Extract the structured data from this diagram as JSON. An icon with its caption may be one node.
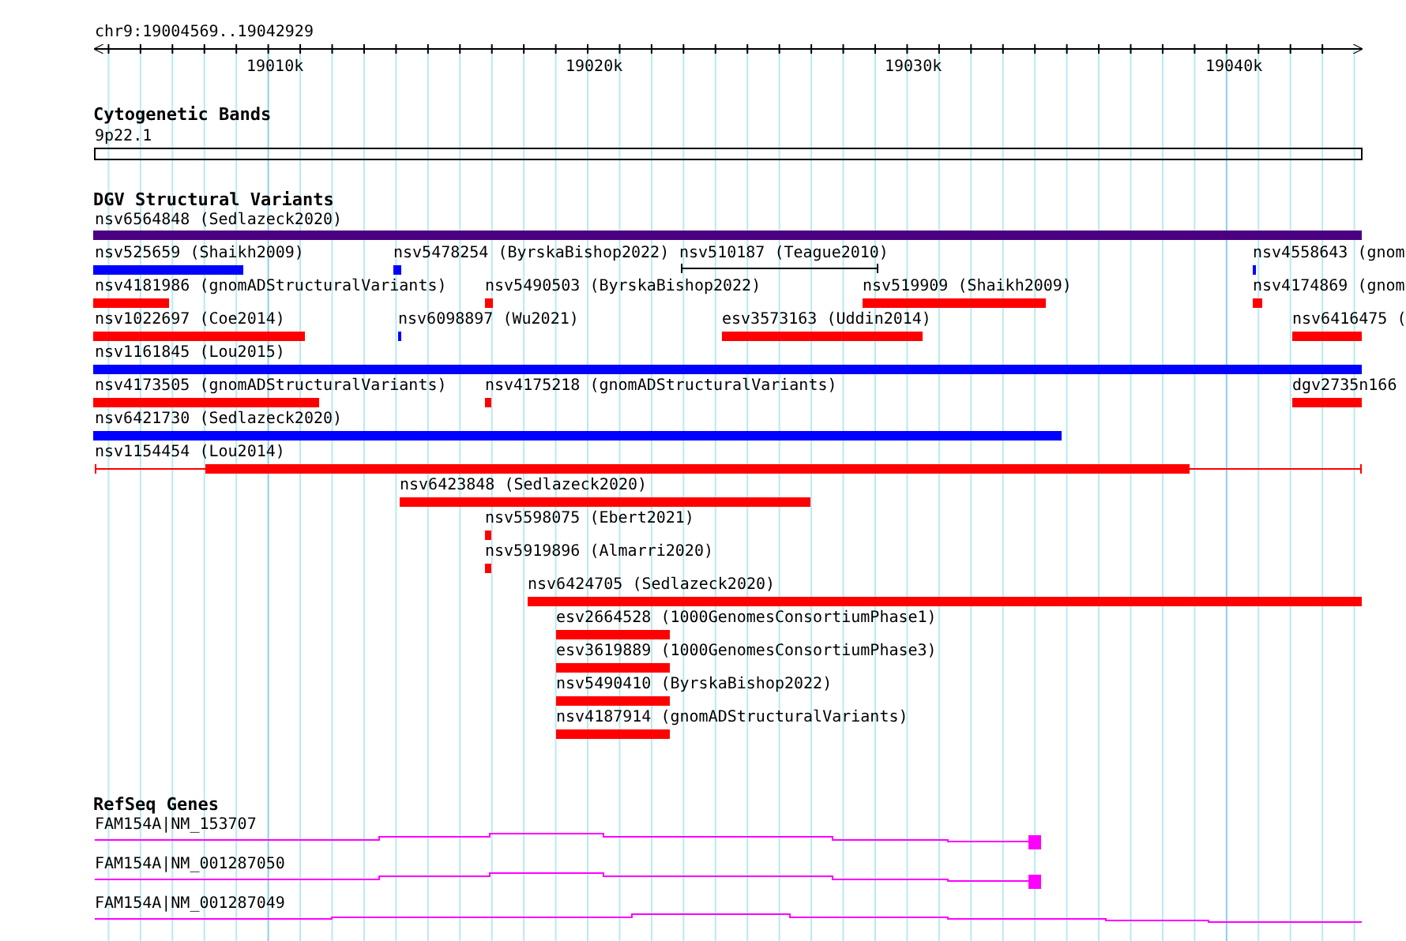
{
  "diagram": {
    "labels": [
      "chr9:19004569..19042929",
      "19010k",
      "19020k",
      "19030k",
      "19040k",
      "Cytogenetic Bands",
      "9p22.1",
      "DGV Structural Variants",
      "nsv6564848 (Sedlazeck2020)",
      "nsv525659 (Shaikh2009)",
      "nsv5478254 (ByrskaBishop2022)",
      "nsv510187 (Teague2010)",
      "nsv4558643 (gnom",
      "nsv4181986 (gnomADStructuralVariants)",
      "nsv5490503 (ByrskaBishop2022)",
      "nsv519909 (Shaikh2009)",
      "nsv4174869 (gnom",
      "nsv1022697 (Coe2014)",
      "nsv6098897 (Wu2021)",
      "esv3573163 (Uddin2014)",
      "nsv6416475 (",
      "nsv1161845 (Lou2015)",
      "nsv4173505 (gnomADStructuralVariants)",
      "nsv4175218 (gnomADStructuralVariants)",
      "dgv2735n166",
      "nsv6421730 (Sedlazeck2020)",
      "nsv1154454 (Lou2014)",
      "nsv6423848 (Sedlazeck2020)",
      "nsv5598075 (Ebert2021)",
      "nsv5919896 (Almarri2020)",
      "nsv6424705 (Sedlazeck2020)",
      "esv2664528 (1000GenomesConsortiumPhase1)",
      "esv3619889 (1000GenomesConsortiumPhase3)",
      "nsv5490410 (ByrskaBishop2022)",
      "nsv4187914 (gnomADStructuralVariants)",
      "RefSeq Genes",
      "FAM154A|NM_153707",
      "FAM154A|NM_001287050",
      "FAM154A|NM_001287049"
    ]
  }
}
